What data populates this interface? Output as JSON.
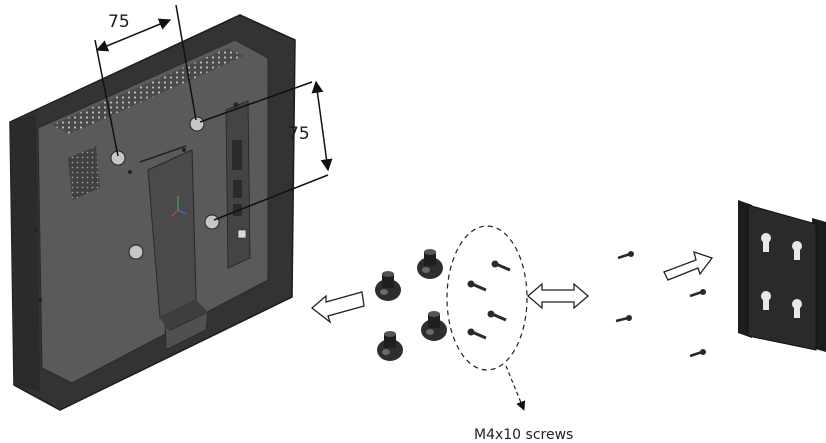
{
  "labels": {
    "dim_horizontal": "75",
    "dim_vertical": "75",
    "screws": "M4x10 screws"
  },
  "parts": {
    "monitor": "monitor-back-panel",
    "spacers": "standoff-spacers",
    "screws_group": "screw-group",
    "bracket": "vesa-wall-bracket"
  },
  "colors": {
    "monitor_dark": "#3c3c3e",
    "monitor_mid": "#58585a",
    "monitor_light": "#8a8a8c",
    "part_dark": "#2a2a2a",
    "line": "#111111"
  }
}
